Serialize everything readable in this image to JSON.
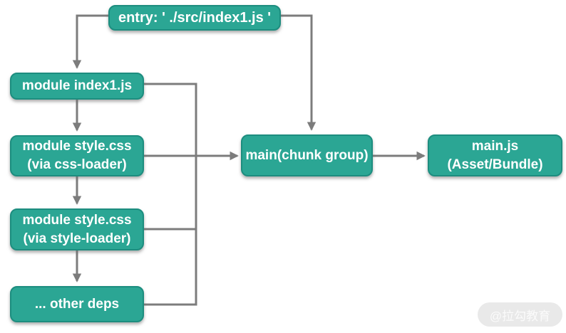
{
  "diagram": {
    "title": "webpack entry / module / chunk / bundle relationship diagram",
    "colors": {
      "node_fill": "#2ba694",
      "node_border": "#1d8d7f",
      "node_text": "#ffffff",
      "edge": "#7c7c7c",
      "background": "#ffffff",
      "watermark_bg": "#e9e9e9",
      "watermark_text": "#fbfbfb"
    },
    "nodes": {
      "entry": {
        "lines": [
          "entry: ' ./src/index1.js '"
        ]
      },
      "module_index1": {
        "lines": [
          "module index1.js"
        ]
      },
      "css_loader": {
        "lines": [
          "module style.css",
          "(via css-loader)"
        ]
      },
      "style_loader": {
        "lines": [
          "module style.css",
          "(via style-loader)"
        ]
      },
      "other_deps": {
        "lines": [
          "... other deps"
        ]
      },
      "chunk_group": {
        "lines": [
          "main(chunk group)"
        ]
      },
      "asset_bundle": {
        "lines": [
          "main.js",
          "(Asset/Bundle)"
        ]
      }
    },
    "edges": [
      "entry -> module index1.js",
      "entry -> main(chunk group)",
      "module index1.js -> module style.css (via css-loader)",
      "module style.css (via css-loader) -> module style.css (via style-loader)",
      "module style.css (via style-loader) -> ... other deps",
      "modules (joined bus) -> main(chunk group)",
      "main(chunk group) -> main.js (Asset/Bundle)"
    ],
    "watermark": "@拉勾教育"
  }
}
